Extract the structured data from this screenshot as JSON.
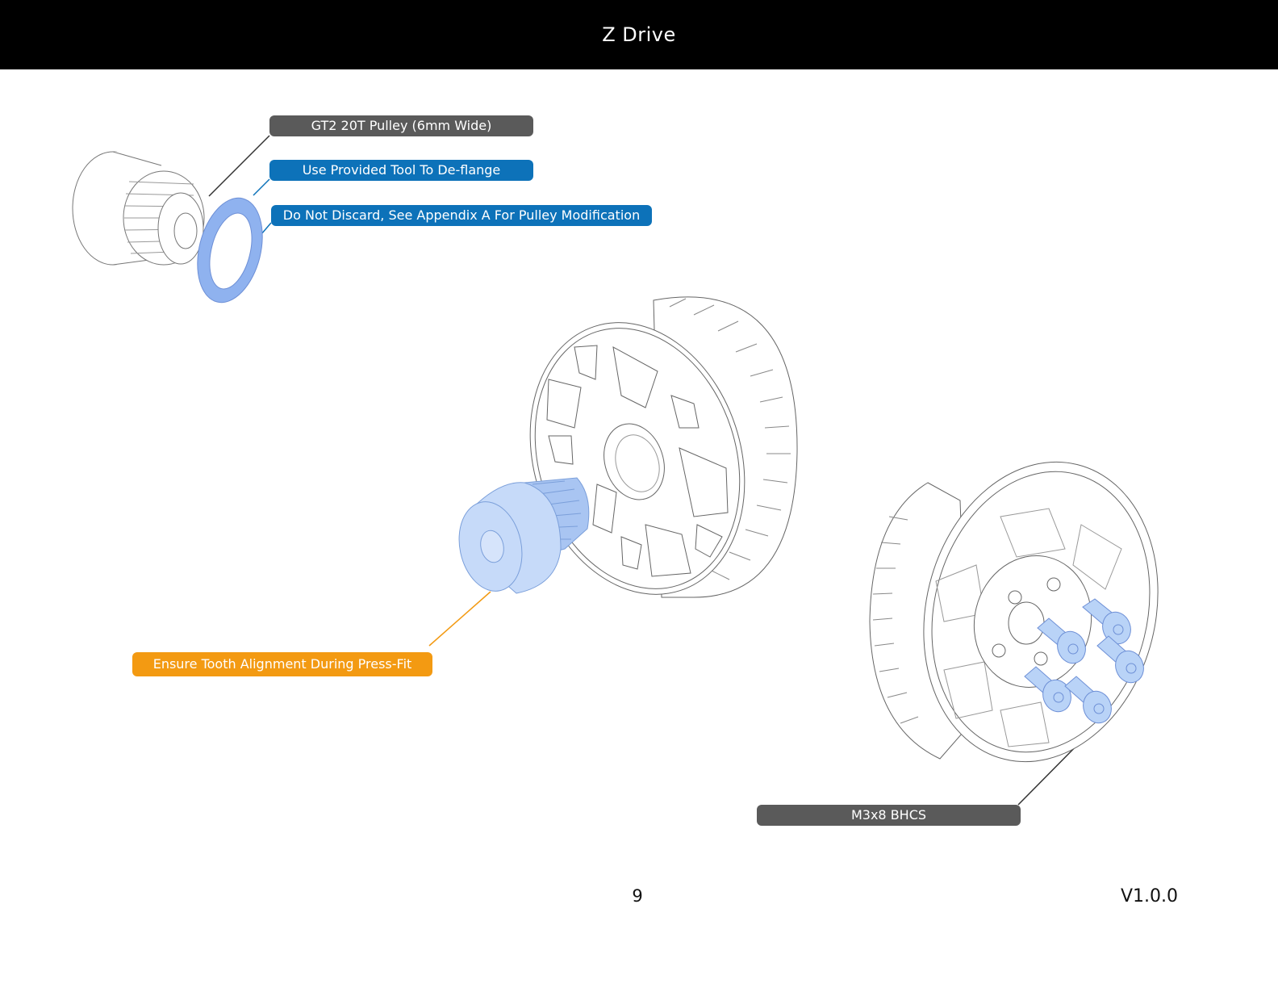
{
  "header": {
    "title": "Z Drive"
  },
  "callouts": {
    "pulley": "GT2 20T Pulley (6mm Wide)",
    "tool": "Use Provided Tool To De-flange",
    "discard": "Do Not Discard, See Appendix A For Pulley Modification",
    "alignment": "Ensure Tooth Alignment During Press-Fit",
    "screws": "M3x8 BHCS"
  },
  "footer": {
    "page_number": "9",
    "version": "V1.0.0"
  },
  "colors": {
    "header_bg": "#000000",
    "callout_gray": "#5a5a5a",
    "callout_blue": "#0d72b9",
    "callout_orange": "#f39a12",
    "highlight_part": "#b9d3f7"
  }
}
